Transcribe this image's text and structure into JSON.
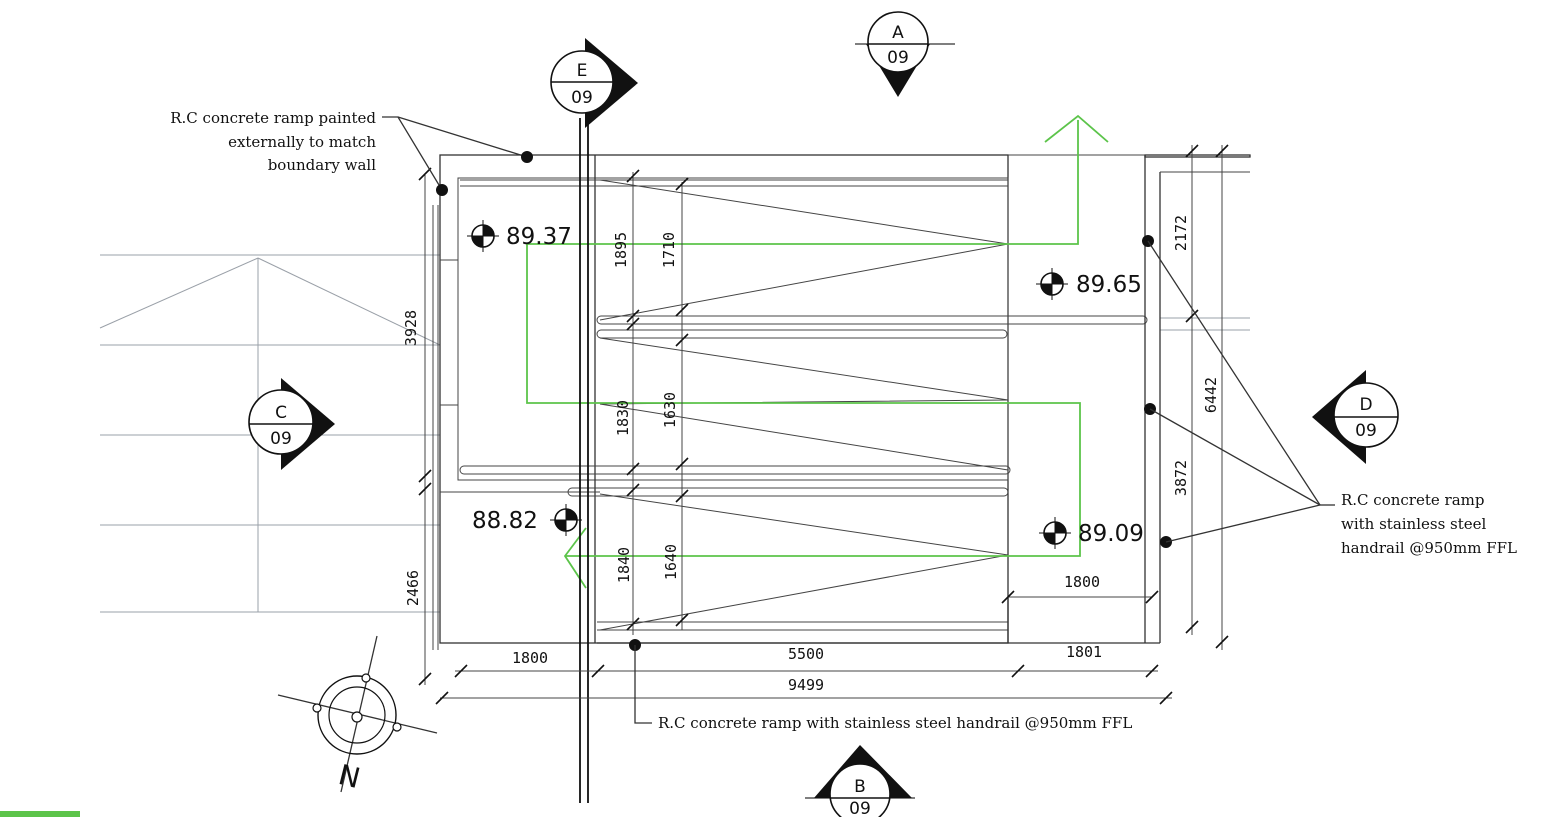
{
  "notes": {
    "top_left": [
      "R.C concrete ramp painted",
      "externally to match",
      "boundary wall"
    ],
    "right": [
      "R.C concrete ramp",
      "with stainless steel",
      "handrail @950mm FFL"
    ],
    "bottom": "R.C concrete ramp  with stainless steel handrail @950mm FFL"
  },
  "levels": {
    "l1": "89.37",
    "l2": "89.65",
    "l3": "88.82",
    "l4": "89.09"
  },
  "dimensions": {
    "d1895": "1895",
    "d1710": "1710",
    "d3928": "3928",
    "d1830": "1830",
    "d1630": "1630",
    "d1840": "1840",
    "d1640": "1640",
    "d2466": "2466",
    "d2172": "2172",
    "d6442": "6442",
    "d3872": "3872",
    "d1800_right": "1800",
    "d1800_bottom": "1800",
    "d5500": "5500",
    "d1801": "1801",
    "d9499": "9499"
  },
  "section_markers": {
    "a": {
      "letter": "A",
      "sheet": "09"
    },
    "b": {
      "letter": "B",
      "sheet": "09"
    },
    "c": {
      "letter": "C",
      "sheet": "09"
    },
    "d": {
      "letter": "D",
      "sheet": "09"
    },
    "e": {
      "letter": "E",
      "sheet": "09"
    }
  },
  "north": {
    "label": "N"
  },
  "colors": {
    "ramp_path": "#5cc44a",
    "ink": "#111111",
    "corner_tab": "#5cc44a"
  }
}
